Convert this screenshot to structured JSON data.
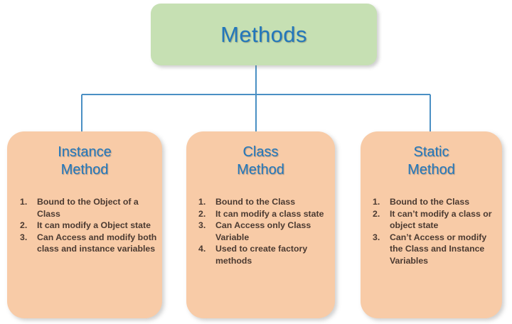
{
  "diagram": {
    "type": "hierarchy-tree",
    "colors": {
      "root_fill": "#C6E0B3",
      "child_fill": "#F8CBA7",
      "title_text": "#2277BB",
      "body_text": "#4B3A31",
      "connector_line": "#4A90C4",
      "background": "#FFFFFF"
    },
    "root": {
      "label": "Methods"
    },
    "children": [
      {
        "title_line1": "Instance",
        "title_line2": "Method",
        "items": [
          {
            "num": "1.",
            "text": "Bound to the Object of a Class"
          },
          {
            "num": "2.",
            "text": "It can modify a Object state"
          },
          {
            "num": "3.",
            "text": "Can Access and modify both class and instance variables"
          }
        ]
      },
      {
        "title_line1": "Class",
        "title_line2": "Method",
        "items": [
          {
            "num": "1.",
            "text": "Bound to the Class"
          },
          {
            "num": "2.",
            "text": "It can modify a class state"
          },
          {
            "num": "3.",
            "text": "Can Access only Class Variable"
          },
          {
            "num": "4.",
            "text": "Used to create factory methods"
          }
        ]
      },
      {
        "title_line1": "Static",
        "title_line2": "Method",
        "items": [
          {
            "num": "1.",
            "text": "Bound to the Class"
          },
          {
            "num": "2.",
            "text": "It can’t modify a class or object state"
          },
          {
            "num": "3.",
            "text": "Can’t Access or modify the Class and Instance Variables"
          }
        ]
      }
    ]
  }
}
